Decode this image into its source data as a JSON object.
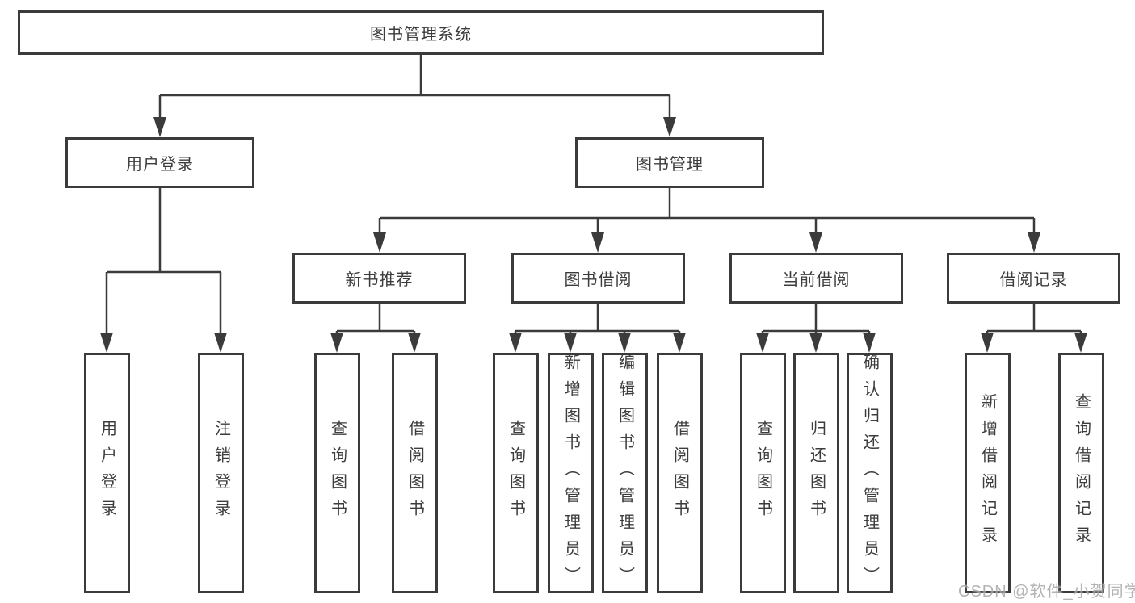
{
  "diagram": {
    "type": "tree",
    "tree": {
      "label": "图书管理系统",
      "children": [
        {
          "label": "用户登录",
          "children": [
            {
              "label": "用户登录"
            },
            {
              "label": "注销登录"
            }
          ]
        },
        {
          "label": "图书管理",
          "children": [
            {
              "label": "新书推荐",
              "children": [
                {
                  "label": "查询图书"
                },
                {
                  "label": "借阅图书"
                }
              ]
            },
            {
              "label": "图书借阅",
              "children": [
                {
                  "label": "查询图书"
                },
                {
                  "label": "新增图书（管理员）"
                },
                {
                  "label": "编辑图书（管理员）"
                },
                {
                  "label": "借阅图书"
                }
              ]
            },
            {
              "label": "当前借阅",
              "children": [
                {
                  "label": "查询图书"
                },
                {
                  "label": "归还图书"
                },
                {
                  "label": "确认归还（管理员）"
                }
              ]
            },
            {
              "label": "借阅记录",
              "children": [
                {
                  "label": "新增借阅记录"
                },
                {
                  "label": "查询借阅记录"
                }
              ]
            }
          ]
        }
      ]
    },
    "colors": {
      "line": "#3b3b3b",
      "text": "#3c3c3c",
      "background": "#ffffff",
      "watermark": "#a6a6a6"
    }
  },
  "watermark": {
    "text": "CSDN @软件_小贺同学"
  }
}
